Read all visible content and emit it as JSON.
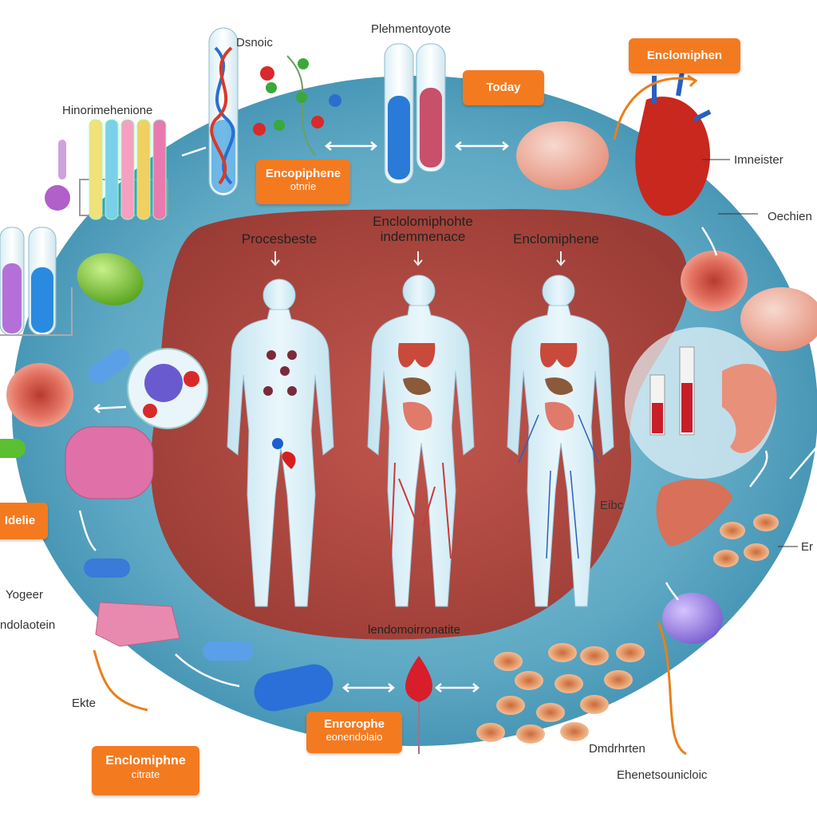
{
  "labels": {
    "disnoic": "Dsnoic",
    "plehementoyote": "Plehmentoyote",
    "hinorimehenione": "Hinorimehenione",
    "immeister": "Imneister",
    "oechiem": "Oechien",
    "eibc": "Eibc",
    "yogeer": "Yogeer",
    "endolaotein": "ndolaotein",
    "ekte": "Ekte",
    "er": "Er",
    "dmdrhrten": "Dmdrhrten",
    "ehenetsounicloic": "Ehenetsounicloic"
  },
  "badges": {
    "enclomiphen_top": "Enclomiphen",
    "today": "Today",
    "encopiphene": {
      "line1": "Encopiphene",
      "line2": "otnrie"
    },
    "idelie": "Idelie",
    "enrorophe": {
      "line1": "Enrorophe",
      "line2": "eonendolaio"
    },
    "enclomiphne": {
      "line1": "Enclomiphne",
      "line2": "citrate"
    }
  },
  "inner": {
    "left_title": "Procesbeste",
    "mid_title_line1": "Enclolomiphohte",
    "mid_title_line2": "indemmenace",
    "right_title": "Enclomiphene",
    "bottom": "lendomoirronatite"
  },
  "colors": {
    "outer_ring": "#5fa9c4",
    "inner_region": "#b04a42",
    "badge": "#f47a20",
    "body": "#d7eef7"
  }
}
